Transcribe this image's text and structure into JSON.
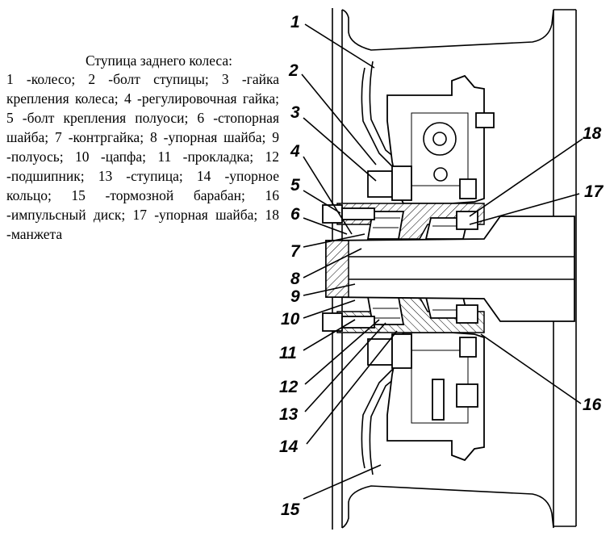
{
  "caption": {
    "title": "Ступица заднего колеса:",
    "body": "1 -колесо; 2 -болт ступицы; 3 -гайка крепления колеса; 4 -регулировочная гайка; 5 -болт крепления полуоси; 6 -стопорная шайба; 7 -контргайка; 8 -упорная шайба; 9 -полуось; 10 -цапфа; 11 -прокладка; 12 -подшипник; 13 -ступица; 14 -упорное кольцо; 15 -тормозной барабан; 16 -импульсный диск; 17 -упорная шайба; 18 -манжета"
  },
  "callouts": [
    {
      "id": "1",
      "label": "1"
    },
    {
      "id": "2",
      "label": "2"
    },
    {
      "id": "3",
      "label": "3"
    },
    {
      "id": "4",
      "label": "4"
    },
    {
      "id": "5",
      "label": "5"
    },
    {
      "id": "6",
      "label": "6"
    },
    {
      "id": "7",
      "label": "7"
    },
    {
      "id": "8",
      "label": "8"
    },
    {
      "id": "9",
      "label": "9"
    },
    {
      "id": "10",
      "label": "10"
    },
    {
      "id": "11",
      "label": "11"
    },
    {
      "id": "12",
      "label": "12"
    },
    {
      "id": "13",
      "label": "13"
    },
    {
      "id": "14",
      "label": "14"
    },
    {
      "id": "15",
      "label": "15"
    },
    {
      "id": "16",
      "label": "16"
    },
    {
      "id": "17",
      "label": "17"
    },
    {
      "id": "18",
      "label": "18"
    }
  ]
}
